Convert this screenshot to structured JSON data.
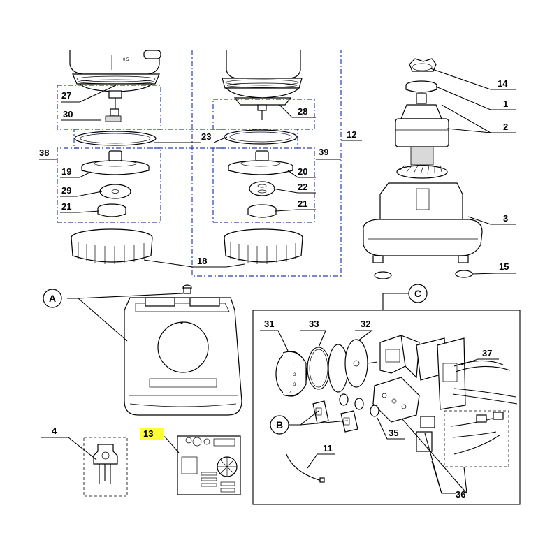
{
  "labels": {
    "p1": "1",
    "p2": "2",
    "p3": "3",
    "p4": "4",
    "p11": "11",
    "p12": "12",
    "p13": "13",
    "p14": "14",
    "p15": "15",
    "p18": "18",
    "p19": "19",
    "p20": "20",
    "p21a": "21",
    "p21b": "21",
    "p22": "22",
    "p23": "23",
    "p27": "27",
    "p28": "28",
    "p29": "29",
    "p30": "30",
    "p31": "31",
    "p32": "32",
    "p33": "33",
    "p35": "35",
    "p36": "36",
    "p37": "37",
    "p38": "38",
    "p39": "39"
  },
  "letters": {
    "A": "A",
    "B": "B",
    "C": "C"
  },
  "jar_marking": "0.5",
  "highlight_color": "#ffff33"
}
